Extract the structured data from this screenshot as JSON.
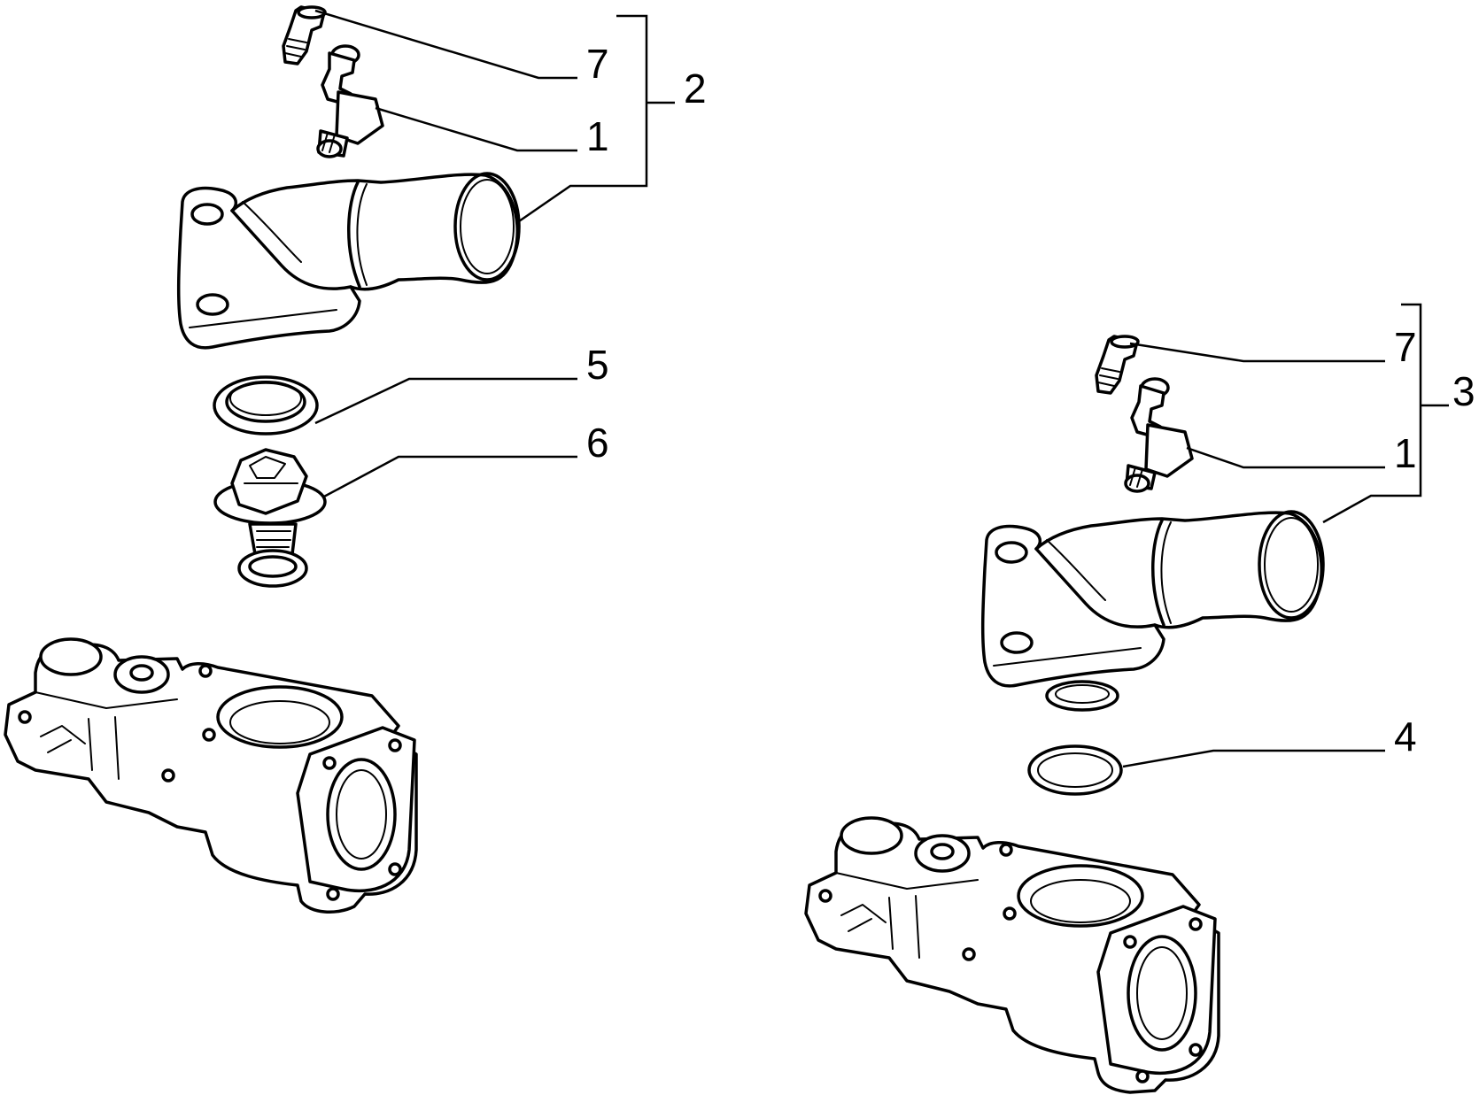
{
  "callouts": {
    "left": {
      "screw": "7",
      "fitting": "1",
      "assembly": "2",
      "seal": "5",
      "thermostat": "6"
    },
    "right": {
      "screw": "7",
      "fitting": "1",
      "assembly": "3",
      "seal": "4"
    }
  }
}
